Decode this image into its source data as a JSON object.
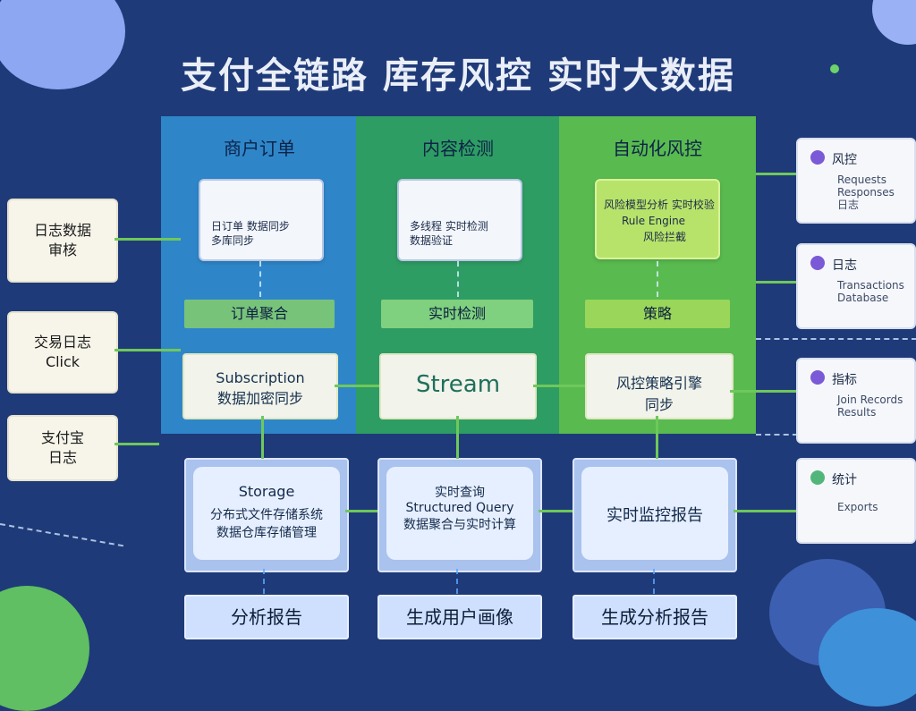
{
  "title": "支付全链路 库存风控 实时大数据",
  "columns": [
    {
      "title": "商户订单",
      "card_lines": [
        "日订单  数据同步",
        "多库同步"
      ],
      "stripe": "订单聚合",
      "box_lines": [
        "Subscription",
        "数据加密同步"
      ]
    },
    {
      "title": "内容检测",
      "card_lines": [
        "多线程  实时检测",
        "数据验证"
      ],
      "stripe": "实时检测",
      "box_lines": [
        "Stream"
      ]
    },
    {
      "title": "自动化风控",
      "card_lines": [
        "风险模型分析  实时校验",
        "Rule Engine",
        "风险拦截"
      ],
      "stripe": "策略",
      "box_lines": [
        "风控策略引擎",
        "同步"
      ]
    }
  ],
  "blue_boxes": [
    {
      "lines": [
        "Storage",
        "分布式文件存储系统",
        "数据仓库存储管理"
      ]
    },
    {
      "lines": [
        "实时查询",
        "Structured Query",
        "数据聚合与实时计算"
      ]
    },
    {
      "lines": [
        "实时监控报告"
      ]
    }
  ],
  "outputs": [
    "分析报告",
    "生成用户画像",
    "生成分析报告"
  ],
  "left_boxes": [
    {
      "lines": [
        "日志数据",
        "审核"
      ]
    },
    {
      "lines": [
        "交易日志",
        "Click"
      ]
    },
    {
      "lines": [
        "支付宝",
        "日志"
      ]
    }
  ],
  "right_boxes": [
    {
      "title": "风控",
      "lines": [
        "Requests",
        "Responses",
        "日志"
      ]
    },
    {
      "title": "日志",
      "lines": [
        "Transactions",
        "Database"
      ]
    },
    {
      "title": "指标",
      "lines": [
        "Join Records",
        "Results"
      ]
    },
    {
      "title": "统计",
      "lines": [
        "Exports"
      ]
    }
  ],
  "colors": {
    "background": "#1f3a78",
    "col1": "#2e86c9",
    "col2": "#2e9d63",
    "col3": "#59ba4f",
    "accent_green": "#6fc85b"
  }
}
